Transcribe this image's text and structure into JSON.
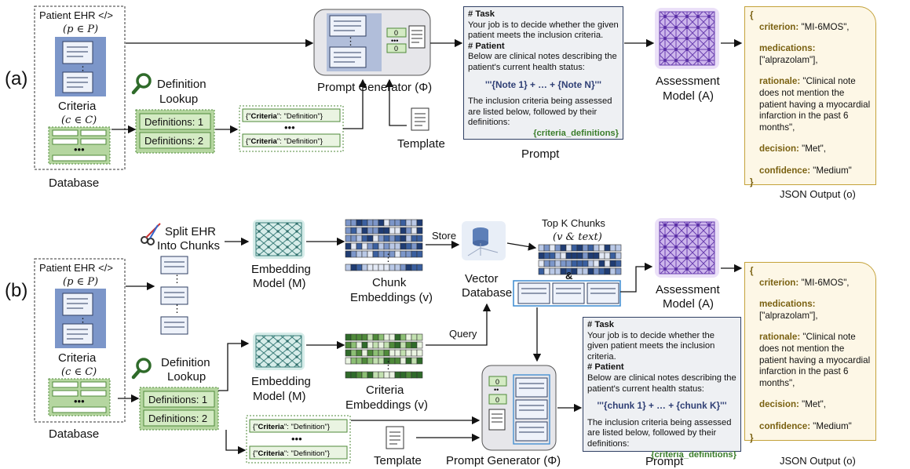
{
  "panel_a": {
    "tag": "(a)",
    "patient_ehr": "Patient EHR </>",
    "patient_math": "(p ∈ P)",
    "criteria": "Criteria",
    "criteria_math": "(c ∈ C)",
    "database": "Database",
    "definition_lookup_1": "Definition",
    "definition_lookup_2": "Lookup",
    "definitions_1": "Definitions: 1",
    "definitions_2": "Definitions: 2",
    "criteria_key": "Criteria",
    "definition_value": "\"Definition\"",
    "template": "Template",
    "prompt_generator": "Prompt Generator (Φ)",
    "prompt_label": "Prompt",
    "assessment_1": "Assessment",
    "assessment_2": "Model (A)",
    "json_output": "JSON Output  (o)",
    "zero": "0"
  },
  "panel_b": {
    "tag": "(b)",
    "patient_ehr": "Patient EHR </>",
    "patient_math": "(p ∈ P)",
    "criteria": "Criteria",
    "criteria_math": "(c ∈ C)",
    "database": "Database",
    "split_1": "Split EHR",
    "split_2": "Into Chunks",
    "embedding_1": "Embedding",
    "embedding_2": "Model (M)",
    "chunk_emb_1": "Chunk",
    "chunk_emb_2": "Embeddings (v)",
    "store": "Store",
    "query": "Query",
    "vector_1": "Vector",
    "vector_2": "Database",
    "topk_1": "Top K Chunks",
    "topk_2": "(v & text)",
    "amp": "&",
    "definition_lookup_1": "Definition",
    "definition_lookup_2": "Lookup",
    "definitions_1": "Definitions: 1",
    "definitions_2": "Definitions: 2",
    "criteria_emb_1": "Criteria",
    "criteria_emb_2": "Embeddings (v)",
    "criteria_key": "Criteria",
    "definition_value": "\"Definition\"",
    "template": "Template",
    "prompt_generator": "Prompt Generator (Φ)",
    "prompt_label": "Prompt",
    "assessment_1": "Assessment",
    "assessment_2": "Model (A)",
    "json_output": "JSON Output  (o)",
    "zero": "0"
  },
  "prompt_a": {
    "task_h": "# Task",
    "task": "Your job is to decide whether the given patient meets the inclusion criteria.",
    "patient_h": "# Patient",
    "patient": "Below are clinical notes describing the patient's current health status:",
    "notes": "'''{Note 1} + … + {Note N}'''",
    "criteria_text": "The inclusion criteria being assessed are listed below, followed by their definitions:",
    "criteria_var": "{criteria_definitions}"
  },
  "prompt_b": {
    "task_h": "# Task",
    "task": "Your job is to decide whether the given patient meets the inclusion criteria.",
    "patient_h": "# Patient",
    "patient": "Below are clinical notes describing the patient's current health status:",
    "notes": "'''{chunk 1} + … + {chunk K}'''",
    "criteria_text": "The inclusion criteria being assessed are listed below, followed by their definitions:",
    "criteria_var": "{criteria_definitions}"
  },
  "json_out": {
    "open": "{",
    "close": "}",
    "criterion_k": "criterion:",
    "criterion_v": "\"MI-6MOS\",",
    "medications_k": "medications:",
    "medications_v": "[\"alprazolam\"],",
    "rationale_k": "rationale:",
    "rationale_v": "\"Clinical note does not mention the patient having a myocardial infarction in the past 6 months\",",
    "decision_k": "decision:",
    "decision_v": "\"Met\",",
    "confidence_k": "confidence:",
    "confidence_v": "\"Medium\""
  },
  "colors": {
    "doc_blue": "#7c96c9",
    "criteria_green": "#b5d6a0",
    "neural_purple": "#8a5cc6",
    "embedding_blue": "#2e4f8c",
    "embedding_green": "#4f8a3a",
    "json_border": "#c4a23a",
    "prompt_border": "#2f3f63"
  }
}
